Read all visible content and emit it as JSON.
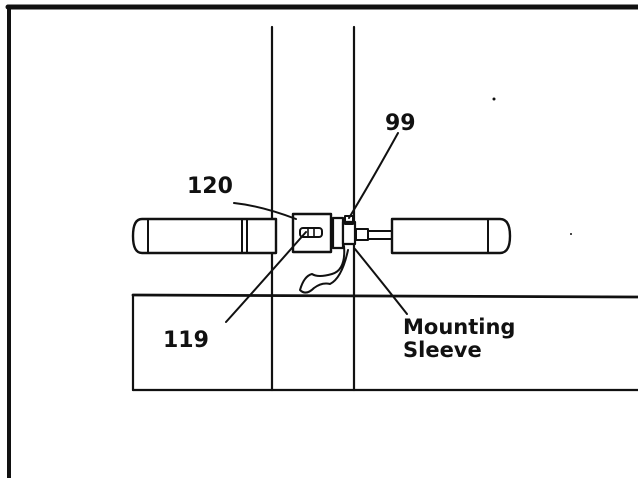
{
  "labels": {
    "part_99": "99",
    "part_120": "120",
    "part_119": "119",
    "mounting_sleeve_line1": "Mounting",
    "mounting_sleeve_line2": "Sleeve"
  },
  "colors": {
    "ink": "#111111",
    "background": "#ffffff"
  }
}
